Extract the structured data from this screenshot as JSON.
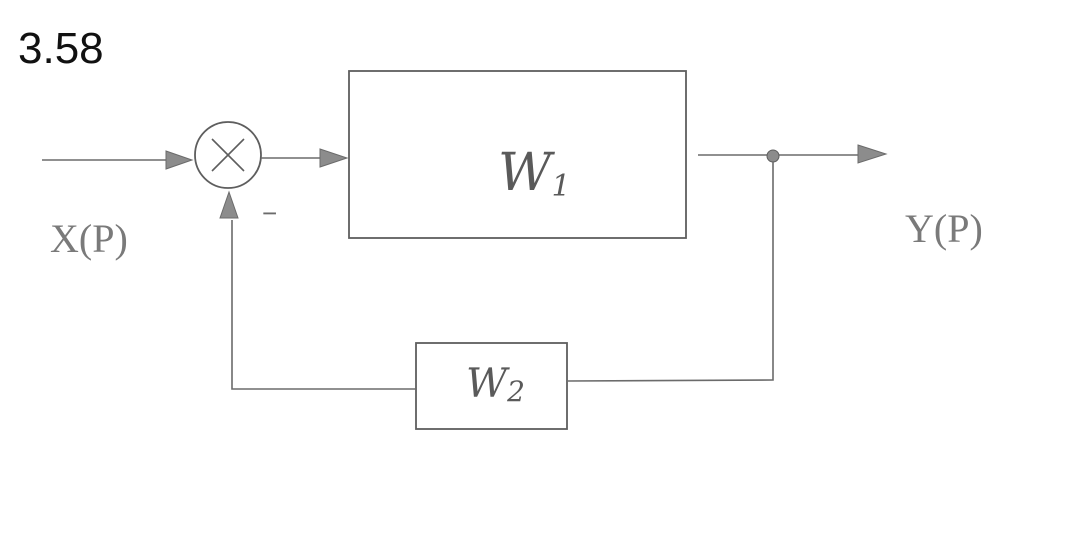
{
  "problem_number": "3.58",
  "signals": {
    "input_label": "X(P)",
    "output_label": "Y(P)"
  },
  "summing_junction": {
    "feedback_sign": "−"
  },
  "blocks": {
    "forward": {
      "letter": "W",
      "subscript": "1"
    },
    "feedback": {
      "letter": "W",
      "subscript": "2"
    }
  }
}
